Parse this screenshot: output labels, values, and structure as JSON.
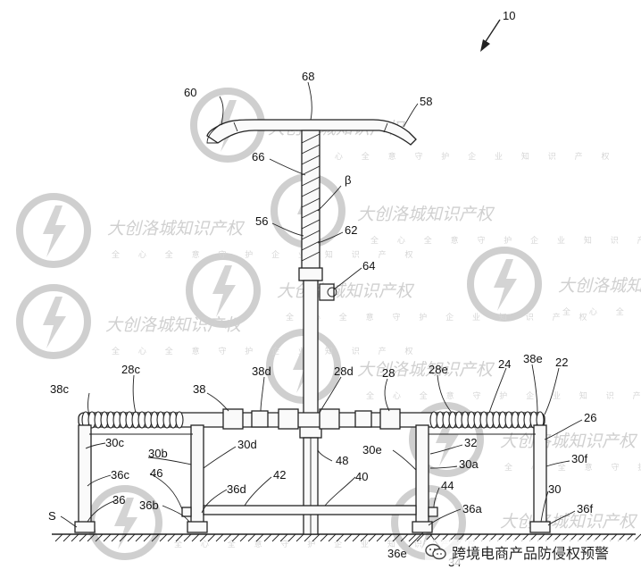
{
  "figure": {
    "reference_number": "10",
    "labels": {
      "l60": "60",
      "l68": "68",
      "l58": "58",
      "l66": "66",
      "lbeta": "β",
      "l56": "56",
      "l62": "62",
      "l64": "64",
      "l38c": "38c",
      "l28c": "28c",
      "l38": "38",
      "l38d": "38d",
      "l28d": "28d",
      "l28": "28",
      "l28e": "28e",
      "l24": "24",
      "l38e": "38e",
      "l22": "22",
      "l26": "26",
      "l30c": "30c",
      "l30b": "30b",
      "l30d": "30d",
      "l30e": "30e",
      "l32": "32",
      "l30a": "30a",
      "l30f": "30f",
      "l36c": "36c",
      "l46": "46",
      "l36": "36",
      "l42": "42",
      "l48": "48",
      "l40": "40",
      "l44": "44",
      "l30": "30",
      "lS": "S",
      "l36b": "36b",
      "l36d": "36d",
      "l36a": "36a",
      "l36f": "36f",
      "l36e": "36e",
      "l34": "34"
    }
  },
  "watermark": {
    "brand": "大创洛城知识产权",
    "tagline": "全 心 全 意 守 护 企 业 知 识 产 权"
  },
  "credit": {
    "text": "跨境电商产品防侵权预警",
    "icon": "wechat-icon"
  }
}
